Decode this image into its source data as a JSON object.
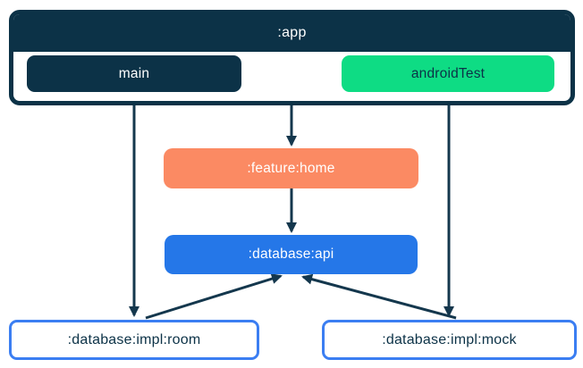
{
  "diagram": {
    "title_node": {
      "label": ":app"
    },
    "nodes": {
      "app": {
        "label": ":app",
        "fill": "#0c3247",
        "text_color": "#ffffff"
      },
      "main": {
        "label": "main",
        "fill": "#0c3247",
        "text_color": "#ffffff"
      },
      "android_test": {
        "label": "androidTest",
        "fill": "#0edc84",
        "text_color": "#0c3247"
      },
      "feature_home": {
        "label": ":feature:home",
        "fill": "#fb8a63",
        "text_color": "#ffffff"
      },
      "database_api": {
        "label": ":database:api",
        "fill": "#2577e8",
        "text_color": "#ffffff"
      },
      "database_impl_room": {
        "label": ":database:impl:room",
        "fill": "#ffffff",
        "border_color": "#3b7ef2",
        "text_color": "#0c3247"
      },
      "database_impl_mock": {
        "label": ":database:impl:mock",
        "fill": "#ffffff",
        "border_color": "#3b7ef2",
        "text_color": "#0c3247"
      }
    },
    "edges": [
      {
        "from": "main",
        "to": ":database:impl:room"
      },
      {
        "from": "androidTest",
        "to": ":database:impl:mock"
      },
      {
        "from": ":app",
        "to": ":feature:home"
      },
      {
        "from": ":feature:home",
        "to": ":database:api"
      },
      {
        "from": ":database:impl:room",
        "to": ":database:api"
      },
      {
        "from": ":database:impl:mock",
        "to": ":database:api"
      }
    ],
    "colors": {
      "navy": "#0c3247",
      "green": "#0edc84",
      "coral": "#fb8a63",
      "blue": "#2577e8",
      "impl_border_blue": "#3b7ef2",
      "arrow": "#14374d",
      "background": "#ffffff"
    }
  }
}
